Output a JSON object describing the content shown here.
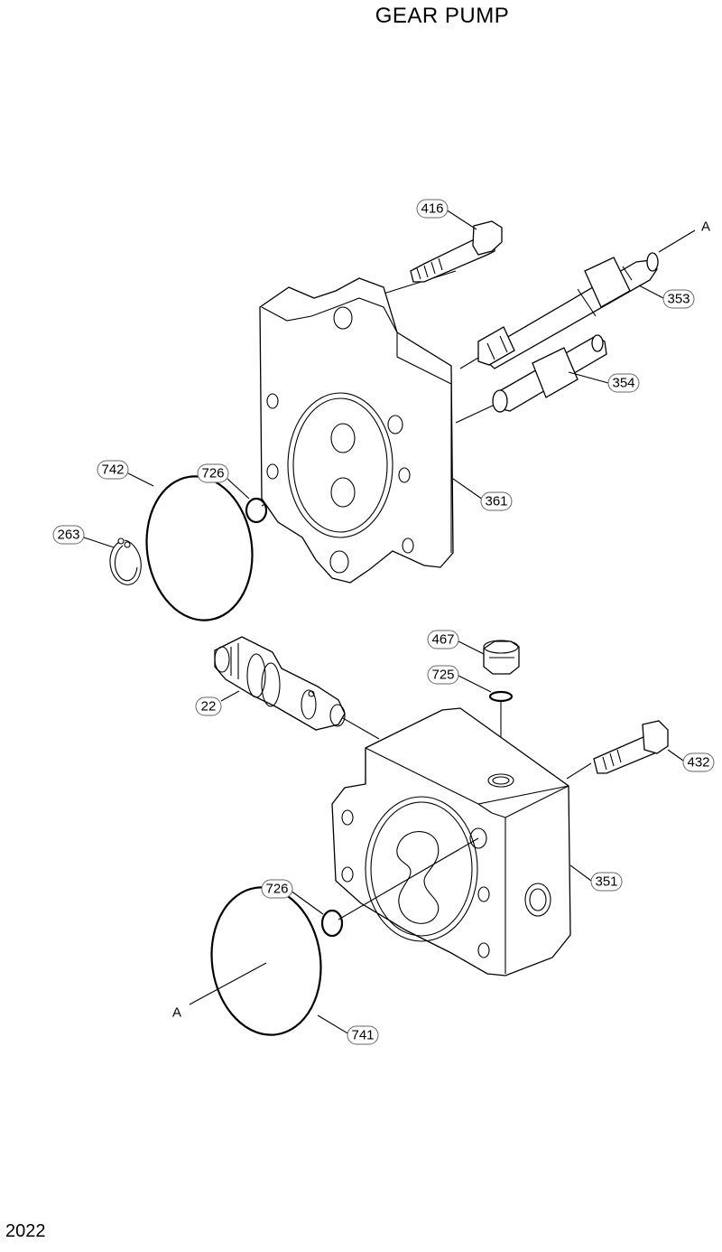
{
  "title": "GEAR PUMP",
  "page_number": "2022",
  "reference_label": "A",
  "callouts": {
    "bolt_top": "416",
    "shaft_drive": "353",
    "shaft_driven": "354",
    "cover": "361",
    "seal_large_top": "742",
    "oring_small_top": "726",
    "snap_ring": "263",
    "plug": "467",
    "oring_plug": "725",
    "valve": "22",
    "bolt_side": "432",
    "body": "351",
    "oring_small_bottom": "726",
    "seal_large_bottom": "741"
  }
}
